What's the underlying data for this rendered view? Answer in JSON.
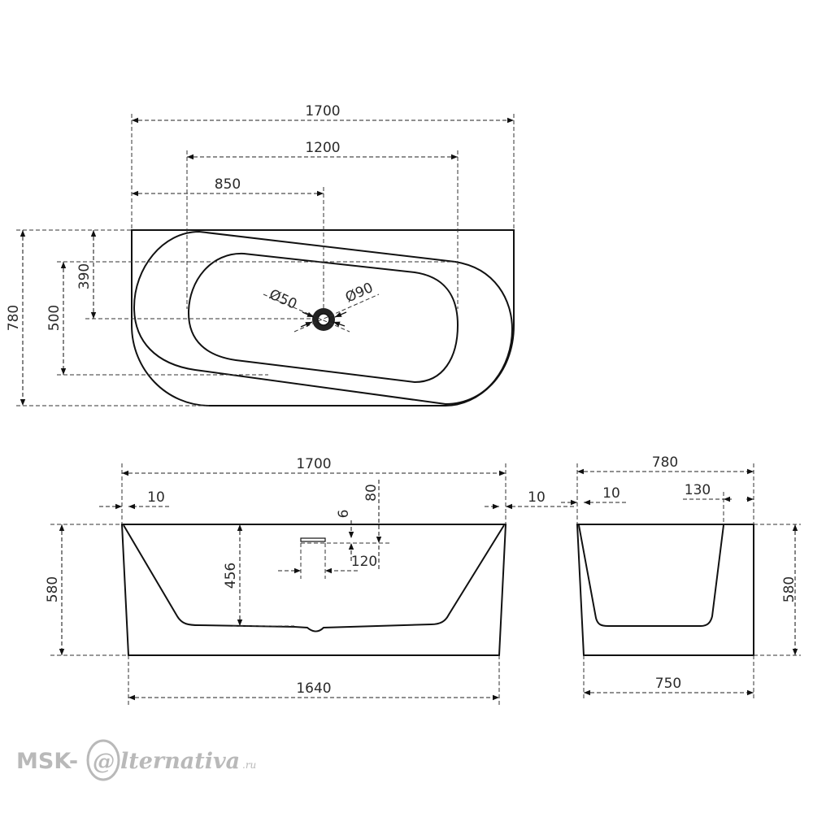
{
  "top_view": {
    "dims": {
      "length": "1700",
      "drain_span": "1200",
      "drain_offset": "850",
      "width": "780",
      "inner_width": "500",
      "drain_depth_offset": "390",
      "drain_dia": "Ø50",
      "overflow_dia": "Ø90"
    }
  },
  "front_view": {
    "dims": {
      "length": "1700",
      "left_wall": "10",
      "right_wall": "10",
      "overflow_height": "80",
      "rim": "6",
      "overflow_offset": "120",
      "height": "580",
      "inner_depth": "456",
      "base_length": "1640"
    }
  },
  "side_view": {
    "dims": {
      "width": "780",
      "wall": "10",
      "rim_width": "130",
      "height": "580",
      "base_width": "750"
    }
  },
  "watermark": {
    "brand": "MSK-",
    "mark": "@",
    "script": "lternativa",
    "tld": ".ru"
  }
}
